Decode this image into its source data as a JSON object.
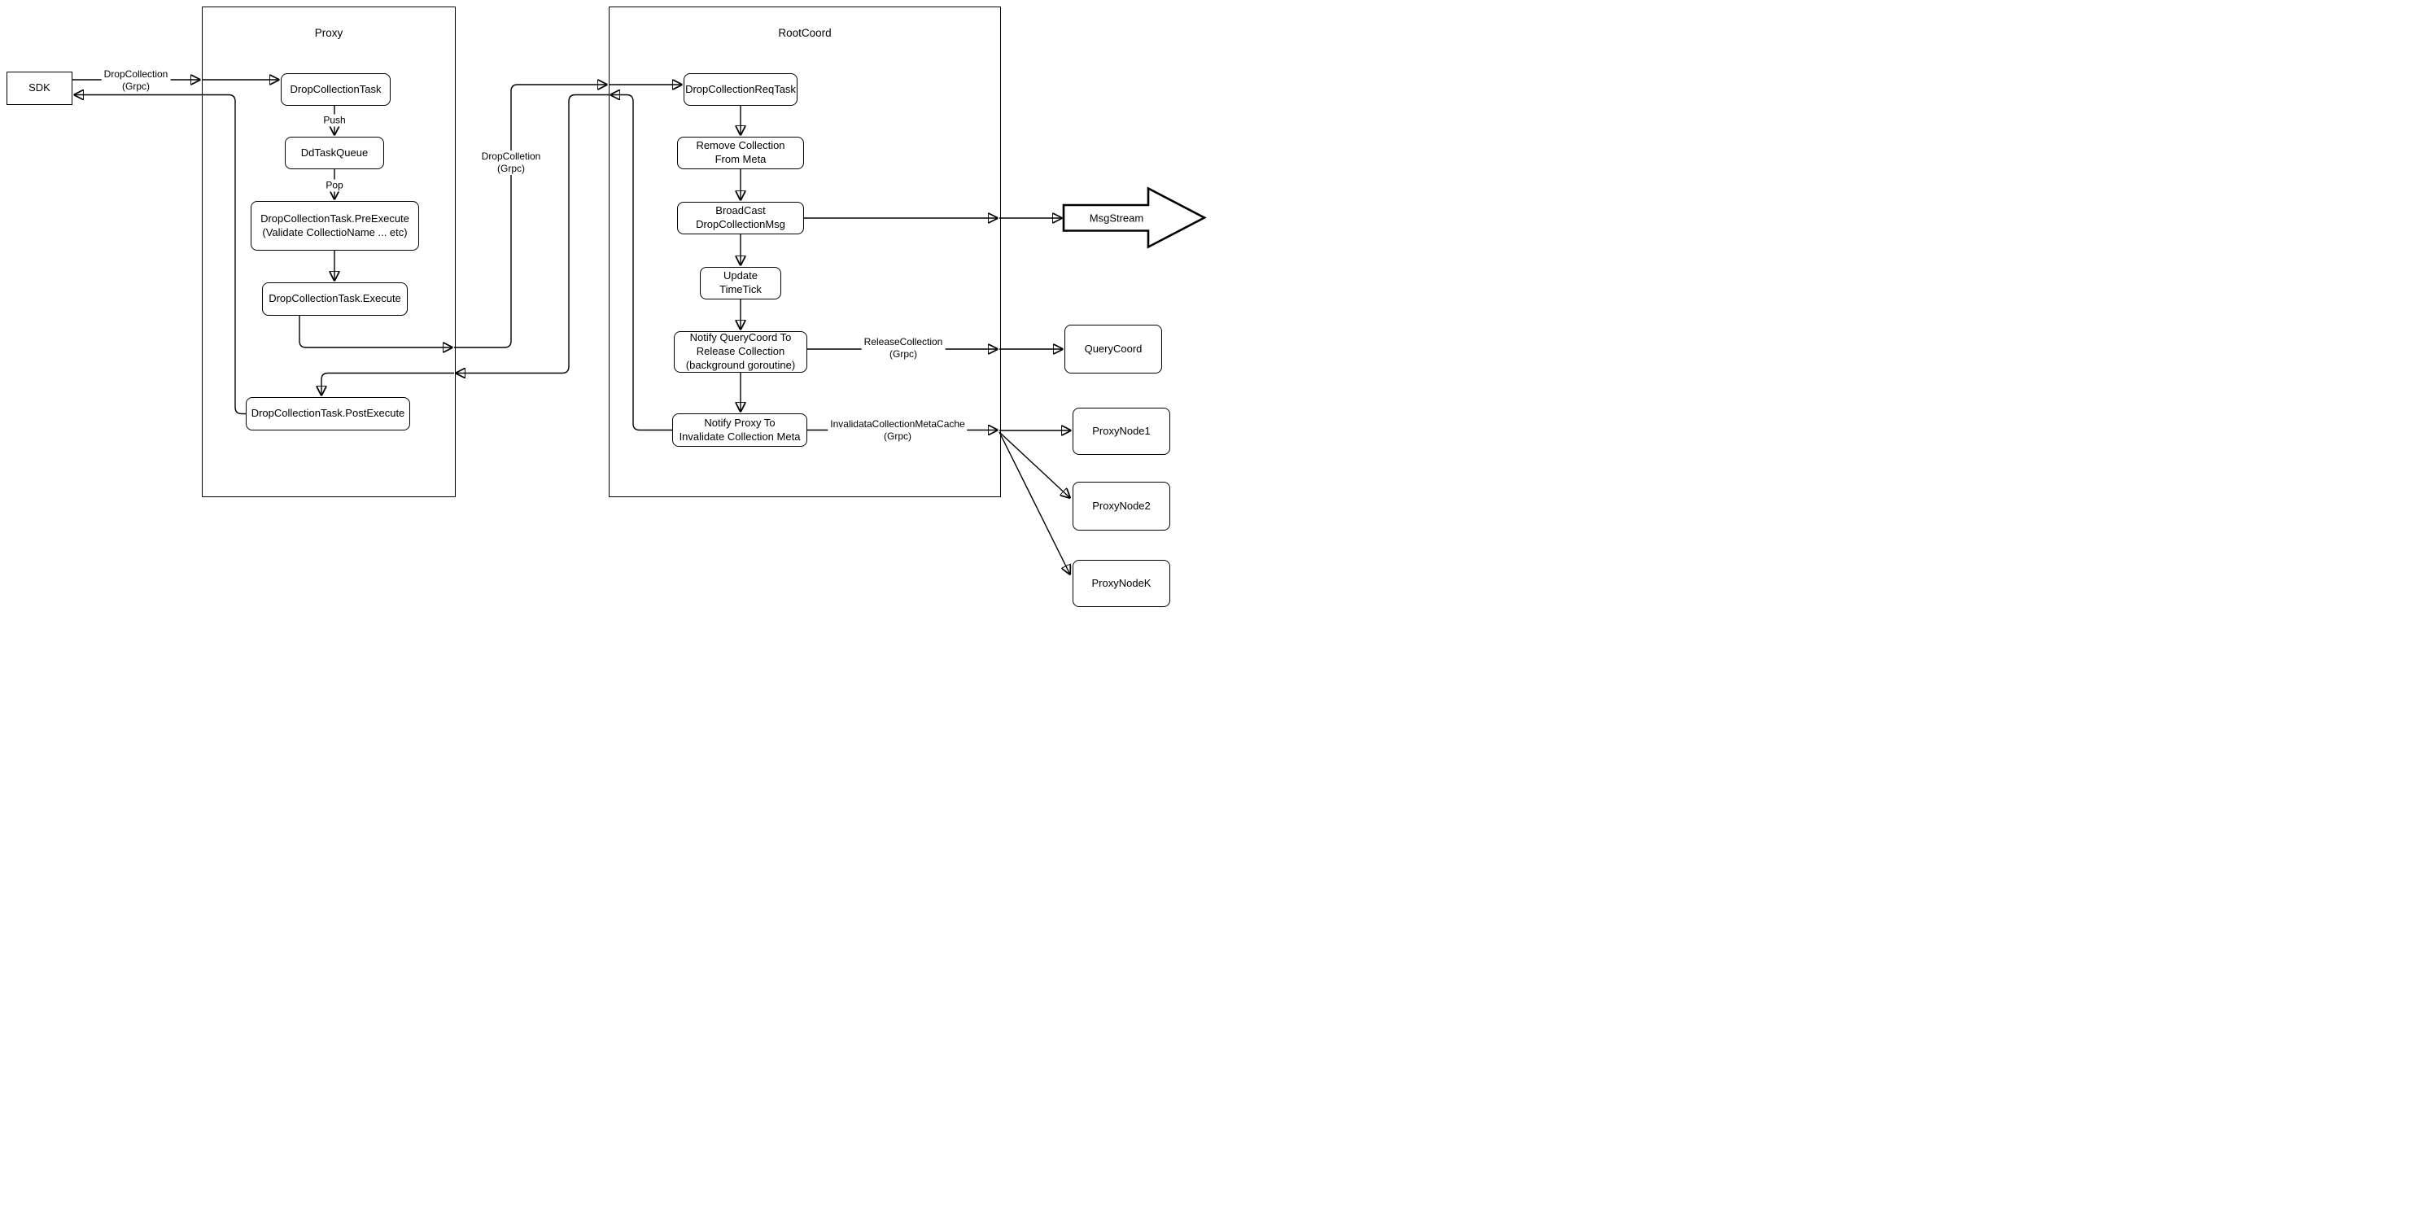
{
  "diagram": {
    "colors": {
      "stroke": "#000000",
      "node_fill": "#ffffff",
      "background": "#ffffff"
    },
    "containers": {
      "proxy": {
        "title": "Proxy"
      },
      "rootcoord": {
        "title": "RootCoord"
      }
    },
    "nodes": {
      "sdk": {
        "label": "SDK"
      },
      "drop_collection_task": {
        "label": "DropCollectionTask"
      },
      "dd_task_queue": {
        "label": "DdTaskQueue"
      },
      "pre_execute": {
        "label": "DropCollectionTask.PreExecute\n(Validate CollectioName ... etc)"
      },
      "execute": {
        "label": "DropCollectionTask.Execute"
      },
      "post_execute": {
        "label": "DropCollectionTask.PostExecute"
      },
      "req_task": {
        "label": "DropCollectionReqTask"
      },
      "remove_collection": {
        "label": "Remove Collection\nFrom Meta"
      },
      "broadcast": {
        "label": "BroadCast\nDropCollectionMsg"
      },
      "update_timetick": {
        "label": "Update TimeTick"
      },
      "notify_querycoord": {
        "label": "Notify QueryCoord To\nRelease Collection\n(background goroutine)"
      },
      "notify_proxy": {
        "label": "Notify Proxy To\nInvalidate Collection Meta"
      },
      "msgstream": {
        "label": "MsgStream"
      },
      "querycoord": {
        "label": "QueryCoord"
      },
      "proxynode1": {
        "label": "ProxyNode1"
      },
      "proxynode2": {
        "label": "ProxyNode2"
      },
      "proxynodek": {
        "label": "ProxyNodeK"
      }
    },
    "edge_labels": {
      "sdk_grpc": "DropCollection\n(Grpc)",
      "push": "Push",
      "pop": "Pop",
      "proxy_grpc": "DropColletion\n(Grpc)",
      "release_grpc": "ReleaseCollection\n(Grpc)",
      "invalidate_grpc": "InvalidataCollectionMetaCache\n(Grpc)"
    }
  }
}
